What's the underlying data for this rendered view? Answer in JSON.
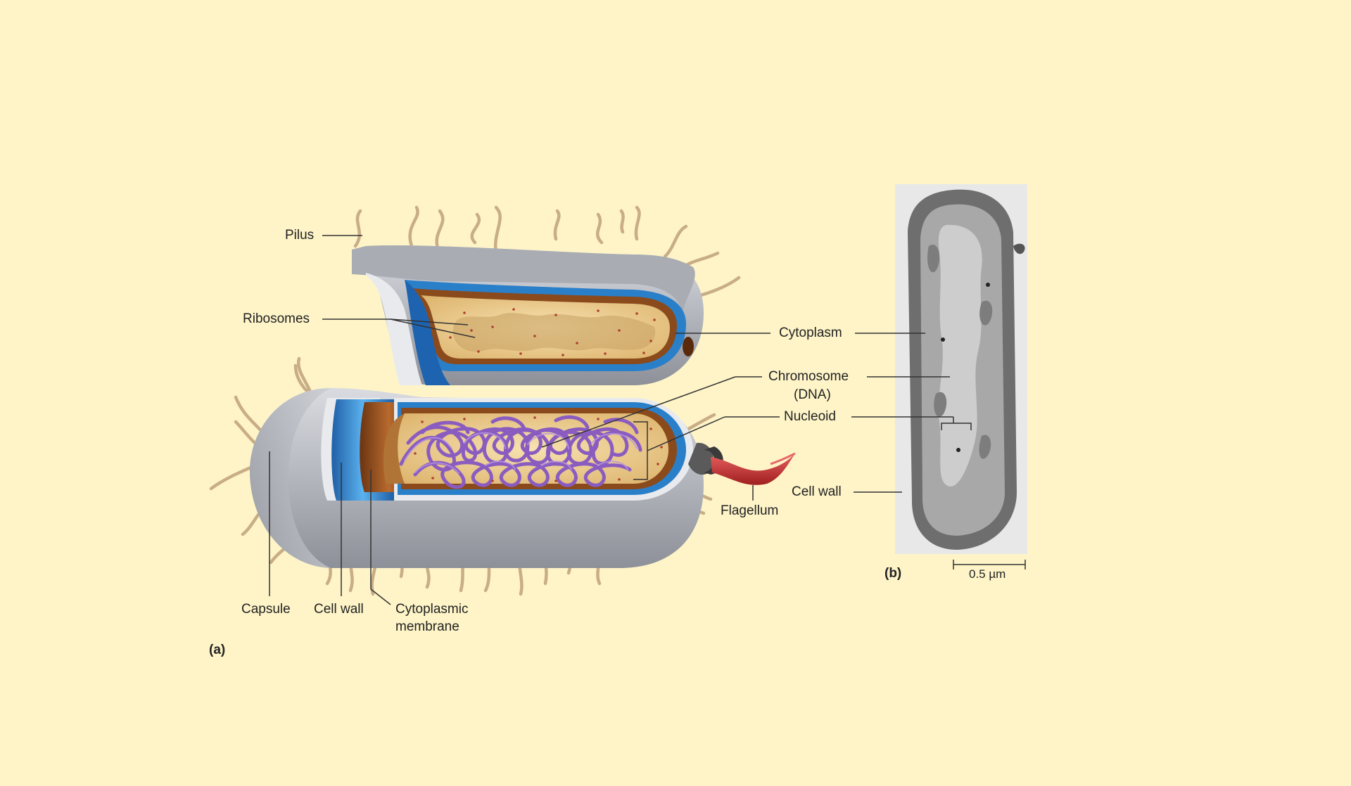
{
  "panel_a": {
    "letter": "(a)",
    "labels": {
      "pilus": "Pilus",
      "ribosomes": "Ribosomes",
      "cytoplasm": "Cytoplasm",
      "chromosome_l1": "Chromosome",
      "chromosome_l2": "(DNA)",
      "nucleoid": "Nucleoid",
      "flagellum": "Flagellum",
      "capsule": "Capsule",
      "cell_wall": "Cell wall",
      "cyto_membrane_l1": "Cytoplasmic",
      "cyto_membrane_l2": "membrane"
    }
  },
  "panel_b": {
    "letter": "(b)",
    "cell_wall_label": "Cell wall",
    "scale_label": "0.5 µm"
  },
  "colors": {
    "background": "#fef4c8",
    "capsule": "#b9bcc3",
    "cell_wall": "#2a7fc9",
    "membrane": "#8a4a1c",
    "cytoplasm": "#efcf8e",
    "chromosome": "#8a5cc0",
    "pili": "#c8ad86",
    "flagellum": "#c23030"
  }
}
